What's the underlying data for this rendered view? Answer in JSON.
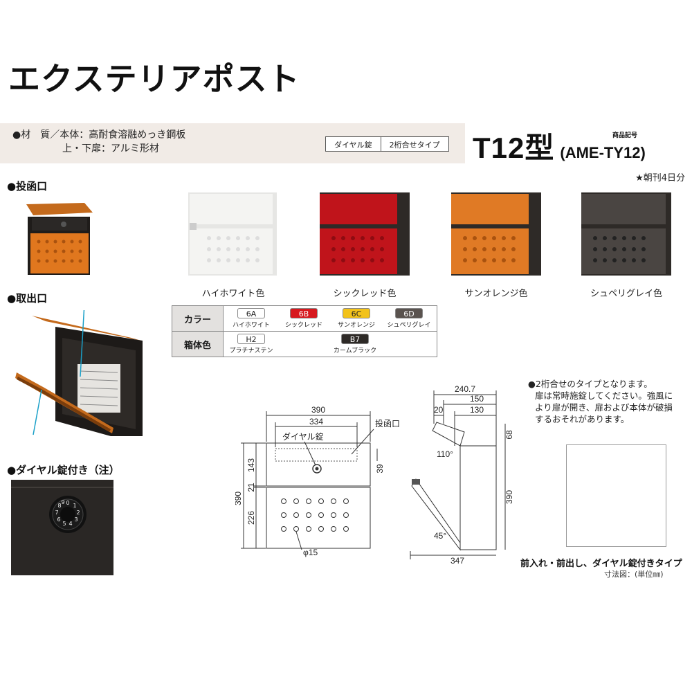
{
  "title": "エクステリアポスト",
  "specs": {
    "line1": "●材　質／本体：高耐食溶融めっき鋼板",
    "line2": "上・下扉：アルミ形材",
    "lock_type": "ダイヤル錠",
    "lock_digits": "2桁合せタイプ"
  },
  "model": {
    "name": "T12型",
    "code": "(AME-TY12)",
    "code_label": "商品記号"
  },
  "delivery_note": "★朝刊4日分",
  "sections": {
    "slot": "●投函口",
    "takeout": "●取出口",
    "dial": "●ダイヤル錠付き（注）"
  },
  "products": [
    {
      "caption": "ハイホワイト色",
      "color": "#f4f4f2"
    },
    {
      "caption": "シックレッド色",
      "color": "#c0141b"
    },
    {
      "caption": "サンオレンジ色",
      "color": "#e07a25"
    },
    {
      "caption": "シュペリグレイ色",
      "color": "#4a4542"
    }
  ],
  "body_color": "#2e2a27",
  "color_table": {
    "color_label": "カラー",
    "body_label": "箱体色",
    "colors": [
      {
        "code": "6A",
        "name": "ハイホワイト",
        "bg": "#ffffff",
        "fg": "#222222"
      },
      {
        "code": "6B",
        "name": "シックレッド",
        "bg": "#d7191f",
        "fg": "#ffffff"
      },
      {
        "code": "6C",
        "name": "サンオレンジ",
        "bg": "#f2c21a",
        "fg": "#222222"
      },
      {
        "code": "6D",
        "name": "シュペリグレイ",
        "bg": "#5a534f",
        "fg": "#ffffff"
      }
    ],
    "bodies": [
      {
        "code": "H2",
        "name": "プラチナステン",
        "bg": "#ffffff",
        "fg": "#222222"
      },
      {
        "code": "B7",
        "name": "カームブラック",
        "bg": "#2e2a27",
        "fg": "#ffffff"
      }
    ]
  },
  "note": {
    "line1": "●2桁合せのタイプとなります。",
    "line2": "扉は常時施錠してください。強風に",
    "line3": "より扉が開き、扉および本体が破損",
    "line4": "するおそれがあります。"
  },
  "front_drawing": {
    "width_total": "390",
    "width_inner": "334",
    "lock_label": "ダイヤル錠",
    "slot_label": "投函口",
    "h_top": "143",
    "h_gap": "21",
    "h_bottom": "226",
    "h_total": "390",
    "h_slot": "39",
    "hole_dia": "φ15"
  },
  "side_drawing": {
    "depth_top": "240.7",
    "d150": "150",
    "d20": "20",
    "d130": "130",
    "h68": "68",
    "h390": "390",
    "angle_top": "110°",
    "angle_bottom": "45°",
    "depth_open": "347"
  },
  "footer": {
    "type": "前入れ・前出し、ダイヤル錠付きタイプ",
    "unit": "寸法図：(単位㎜)"
  }
}
